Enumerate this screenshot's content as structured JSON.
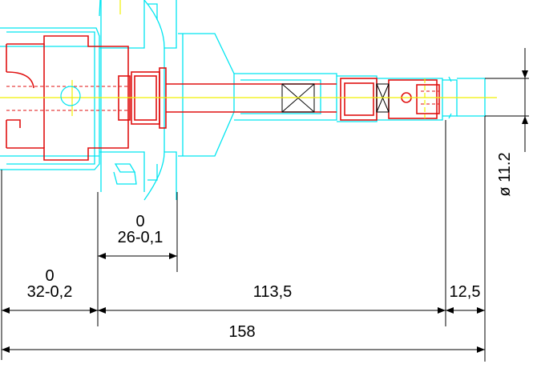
{
  "drawing": {
    "colors": {
      "outline": "#00e5f0",
      "part": "#e01010",
      "centerline": "#f0f000",
      "dimension": "#000000",
      "background": "#ffffff"
    },
    "dimensions": {
      "dim_26_upper": "0",
      "dim_26_lower": "26-0,1",
      "dim_32_upper": "0",
      "dim_32_lower": "32-0,2",
      "dim_113": "113,5",
      "dim_12": "12,5",
      "dim_158": "158",
      "dim_dia": "ø 11.2"
    }
  }
}
